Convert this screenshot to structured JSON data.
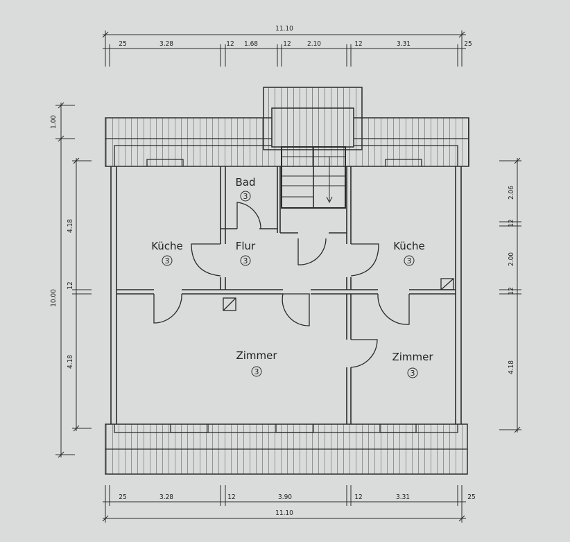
{
  "plan": {
    "rooms": {
      "bad": "Bad",
      "flur": "Flur",
      "kueche_left": "Küche",
      "kueche_right": "Küche",
      "zimmer_main": "Zimmer",
      "zimmer_right": "Zimmer"
    },
    "room_marker": "3",
    "dims_top": {
      "total": "11.10",
      "s1": "25",
      "s2": "3.28",
      "s3": "12",
      "s4": "1.68",
      "s5": "12",
      "s6": "2.10",
      "s7": "12",
      "s8": "3.31",
      "s9": "25"
    },
    "dims_bottom": {
      "total": "11.10",
      "s1": "25",
      "s2": "3.28",
      "s3": "12",
      "s4": "3.90",
      "s5": "12",
      "s6": "3.31",
      "s7": "25"
    },
    "dims_left": {
      "total": "10.00",
      "top": "1.00",
      "upper": "4.18",
      "mid": "12",
      "lower": "4.18"
    },
    "dims_right": {
      "s1": "2.06",
      "s2": "12",
      "s3": "2.00",
      "s4": "12",
      "s5": "4.18"
    },
    "colors": {
      "paper": "#d9dcda",
      "ink": "#2a2a2a"
    }
  }
}
